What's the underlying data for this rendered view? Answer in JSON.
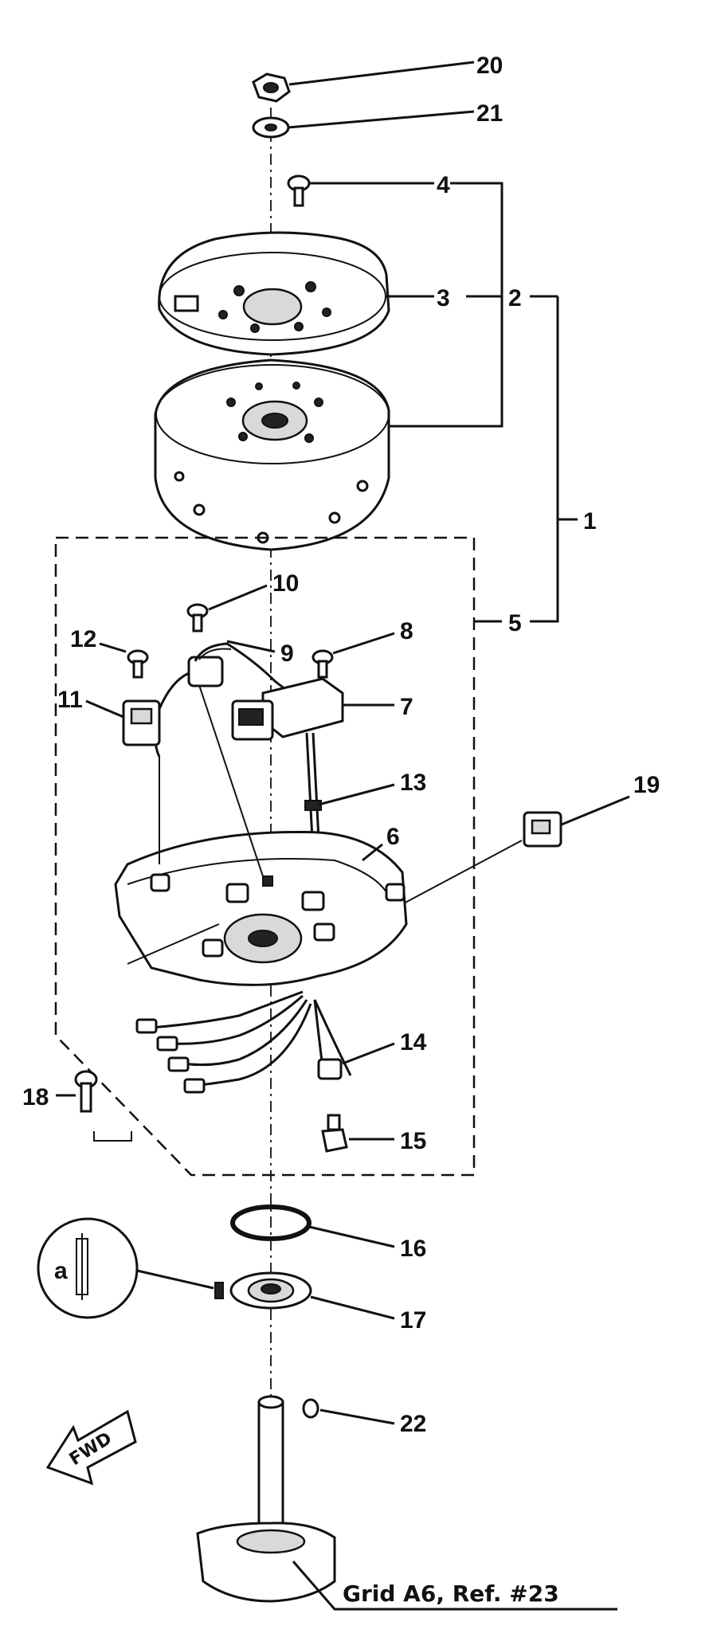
{
  "callouts": {
    "c1": "1",
    "c2": "2",
    "c3": "3",
    "c4": "4",
    "c5": "5",
    "c6": "6",
    "c7": "7",
    "c8": "8",
    "c9": "9",
    "c10": "10",
    "c11": "11",
    "c12": "12",
    "c13": "13",
    "c14": "14",
    "c15": "15",
    "c16": "16",
    "c17": "17",
    "c18": "18",
    "c19": "19",
    "c20": "20",
    "c21": "21",
    "c22": "22"
  },
  "reference_note": "Grid A6, Ref. #23",
  "direction_label": "FWD",
  "detail_marker": "a"
}
